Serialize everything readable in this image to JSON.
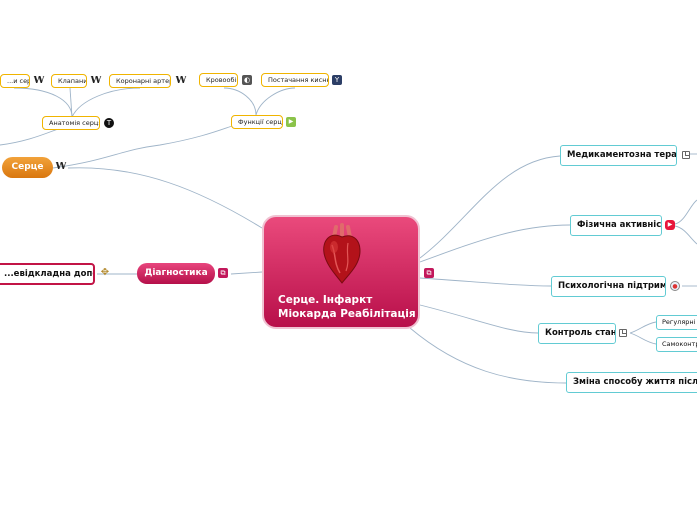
{
  "central": {
    "title": "Серце. Інфаркт Міокарда Реабілітація",
    "icon": "heart-icon"
  },
  "left_branch": {
    "root": "Серце",
    "groups": [
      {
        "label": "Анатомія серця",
        "children": [
          "...и серця",
          "Клапани",
          "Коронарні артерії"
        ]
      },
      {
        "label": "Функції серця",
        "children": [
          "Кровообіг",
          "Постачання кисню"
        ]
      }
    ]
  },
  "diagnostics": {
    "label": "Діагностика",
    "child": "...евідкладна допомога"
  },
  "right_branches": [
    {
      "label": "Медикаментозна терапія"
    },
    {
      "label": "Фізична активність"
    },
    {
      "label": "Психологічна підтримка"
    },
    {
      "label": "Контроль стану",
      "children": [
        "Регулярні об...",
        "Самоконтро..."
      ]
    },
    {
      "label": "Зміна способу життя після інф..."
    }
  ],
  "colors": {
    "central": "#c2185b",
    "orange": "#e8891e",
    "teal": "#62cbd3",
    "border_yellow": "#f0b400",
    "red_border": "#c21446"
  }
}
